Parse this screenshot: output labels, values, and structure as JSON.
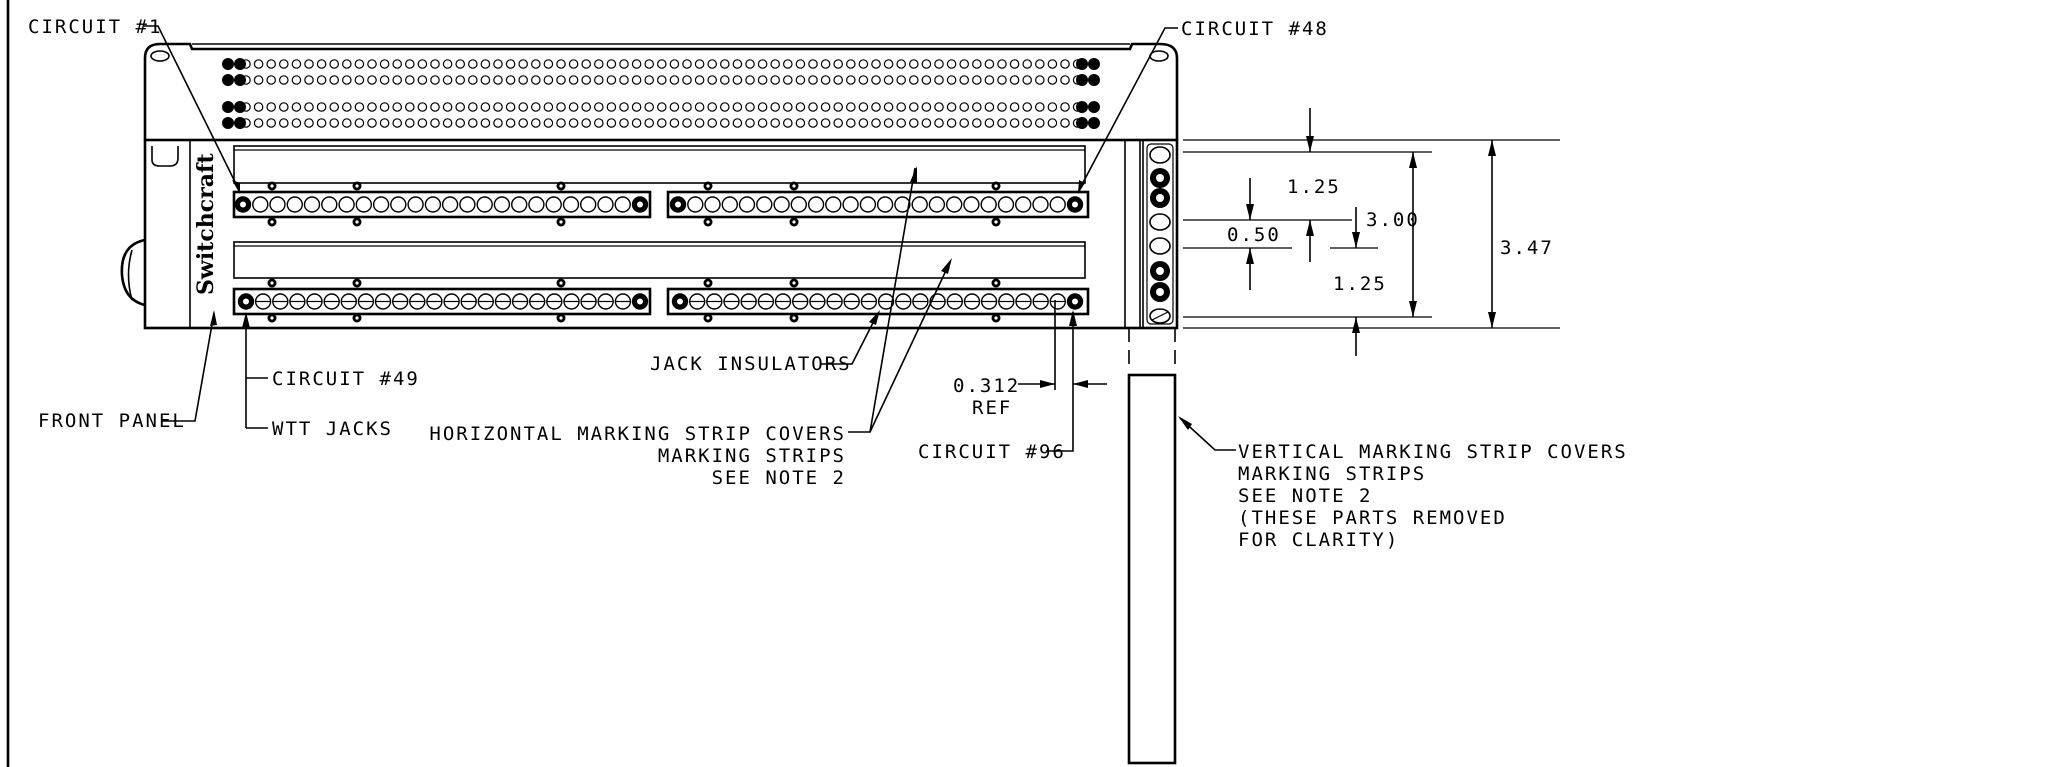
{
  "title": "Switchcraft patch panel front view drawing",
  "brand": "Switchcraft",
  "labels": {
    "circuit_1": "CIRCUIT #1",
    "circuit_48": "CIRCUIT #48",
    "circuit_49": "CIRCUIT #49",
    "circuit_96": "CIRCUIT #96",
    "wtt_jacks": "WTT JACKS",
    "front_panel": "FRONT PANEL",
    "jack_insulators": "JACK INSULATORS",
    "horizontal_cover_1": "HORIZONTAL MARKING STRIP COVERS",
    "horizontal_cover_2": "MARKING STRIPS",
    "horizontal_cover_3": "SEE NOTE 2",
    "vertical_cover_1": "VERTICAL MARKING STRIP COVERS",
    "vertical_cover_2": "MARKING STRIPS",
    "vertical_cover_3": "SEE NOTE 2",
    "vertical_cover_4": "(THESE PARTS REMOVED",
    "vertical_cover_5": "FOR CLARITY)"
  },
  "dimensions": {
    "dim_125_top": "1.25",
    "dim_050": "0.50",
    "dim_125_bottom": "1.25",
    "dim_300": "3.00",
    "dim_347": "3.47",
    "dim_0312": "0.312",
    "dim_ref": "REF"
  }
}
